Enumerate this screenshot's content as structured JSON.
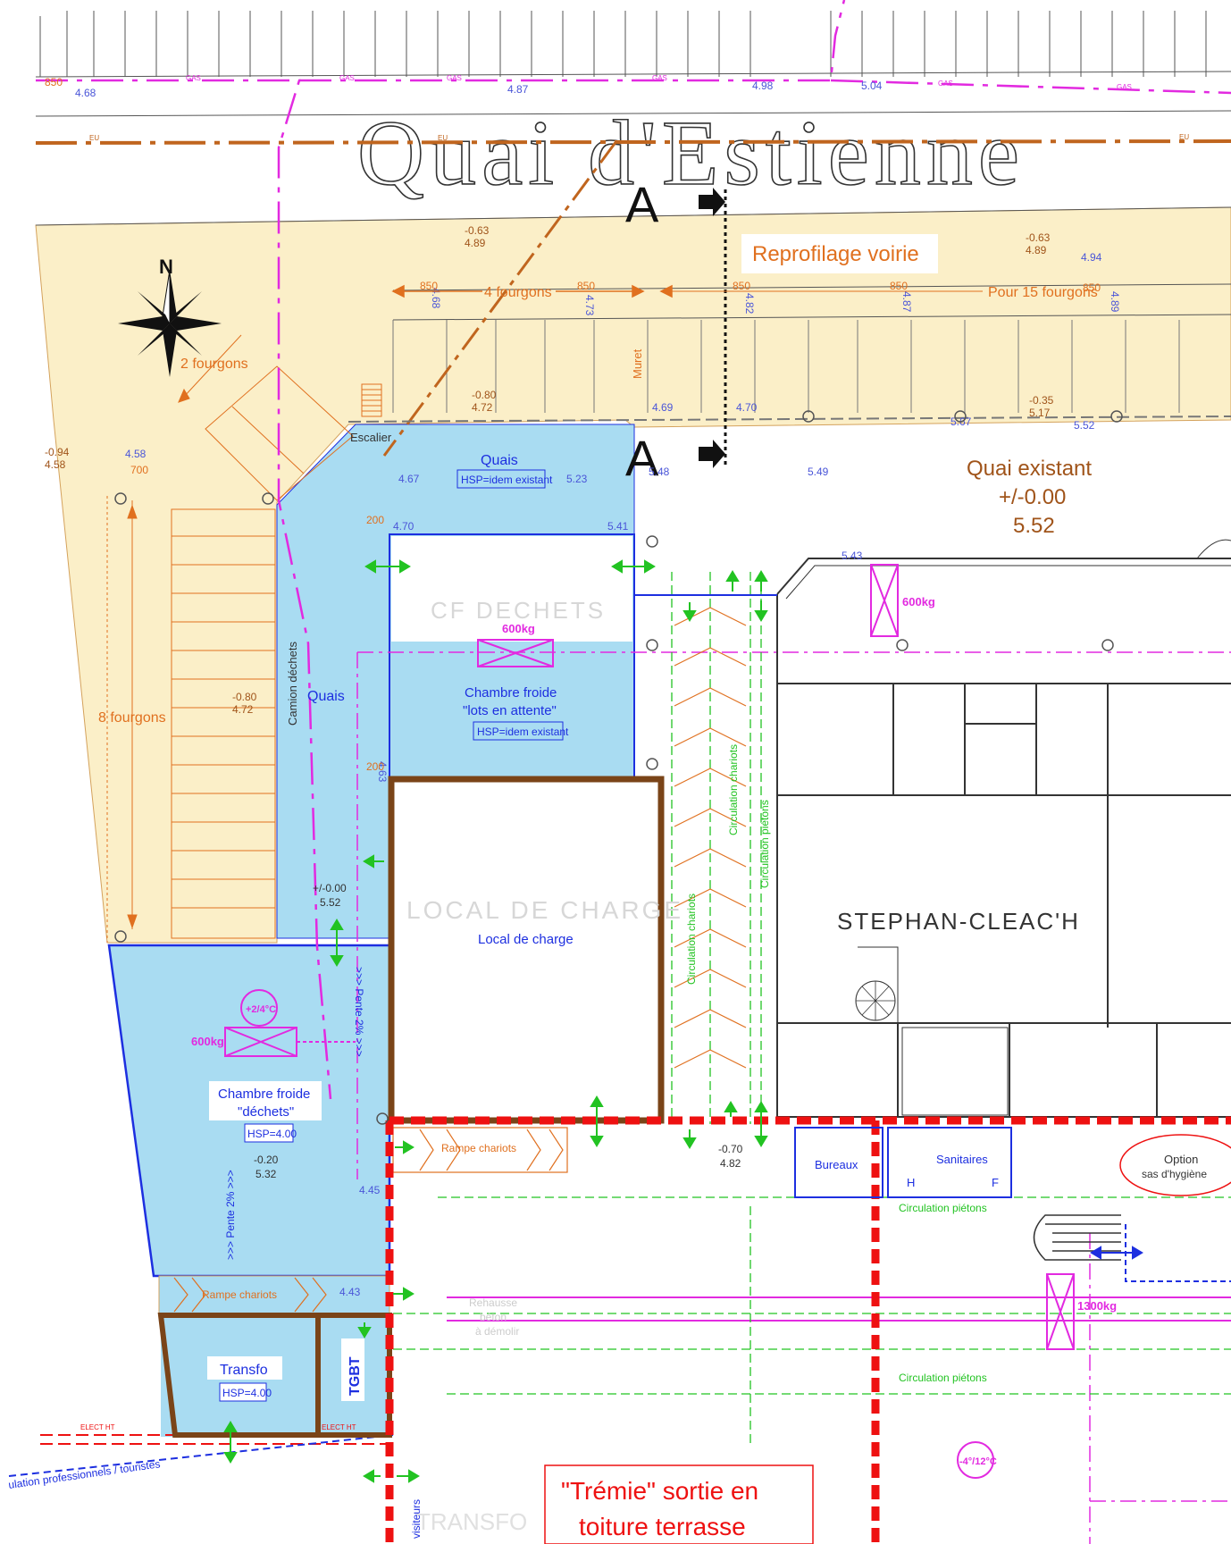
{
  "street": {
    "name": "Quai d'Estienne"
  },
  "section_marker": {
    "top": "A",
    "bottom": "A"
  },
  "roadwork": {
    "label": "Reprofilage voirie"
  },
  "north": {
    "label": "N"
  },
  "parking": {
    "two_vans": "2 fourgons",
    "four_vans": "4 fourgons",
    "fifteen_vans": "Pour 15 fourgons",
    "eight_vans": "8 fourgons",
    "truck": "Camion déchets"
  },
  "quay_existing": {
    "title": "Quai existant",
    "level": "+/-0.00",
    "height": "5.52"
  },
  "rooms": {
    "quais_top": "Quais",
    "quais_top_hsp": "HSP=idem existant",
    "quais_side": "Quais",
    "cf_dechets_ghost": "CF DECHETS",
    "cf_lots_line1": "Chambre froide",
    "cf_lots_line2": "\"lots en attente\"",
    "cf_lots_hsp": "HSP=idem existant",
    "local_charge_ghost": "LOCAL DE CHARGE",
    "local_charge": "Local de charge",
    "cf_dechets_line1": "Chambre froide",
    "cf_dechets_line2": "\"déchets\"",
    "cf_dechets_hsp": "HSP=4.00",
    "transfo": "Transfo",
    "transfo_hsp": "HSP=4.00",
    "tgbt": "TGBT",
    "bureaux": "Bureaux",
    "sanitaires": "Sanitaires",
    "san_h": "H",
    "san_f": "F",
    "option_line1": "Option",
    "option_line2": "sas d'hygiène",
    "stephan": "STEPHAN-CLEAC'H",
    "escalier": "Escalier",
    "muret": "Muret",
    "visiteurs": "visiteurs",
    "transfo_ghost": "TRANSFO",
    "rehausse_1": "Rehausse",
    "rehausse_2": "béton",
    "rehausse_3": "à démolir"
  },
  "circulation": {
    "chariots_v1": "Circulation chariots",
    "chariots_v2": "Circulation chariots",
    "pietons_v": "Circulation piétons",
    "pietons_h1": "Circulation piétons",
    "pietons_h2": "Circulation piétons",
    "rampe_1": "Rampe chariots",
    "rampe_2": "Rampe chariots",
    "pente_1": ">>> Pente 2% >>>",
    "pente_2": ">>> Pente 2% >>>",
    "flux": "ulation professionnels / touristes"
  },
  "loads": {
    "l600_a": "600kg",
    "l600_b": "600kg",
    "l600_c": "600kg",
    "l1300": "1300kg",
    "temp_a": "+2/4°C",
    "temp_b": "-4°/12°C"
  },
  "tremie": {
    "line1": "\"Trémie\" sortie en",
    "line2": "toiture terrasse"
  },
  "levels": {
    "l1_a": "-0.63",
    "l1_b": "4.89",
    "l2_a": "-0.63",
    "l2_b": "4.89",
    "l3_a": "-0.80",
    "l3_b": "4.72",
    "l4_a": "-0.35",
    "l4_b": "5.17",
    "l5_a": "-0.94",
    "l5_b": "4.58",
    "l6_a": "-0.80",
    "l6_b": "4.72",
    "l7_a": "+/-0.00",
    "l7_b": "5.52",
    "l8_a": "-0.20",
    "l8_b": "5.32",
    "l9_a": "-0.70",
    "l9_b": "4.82"
  },
  "spot_heights": {
    "s1": "4.68",
    "s2": "4.87",
    "s3": "4.98",
    "s4": "5.04",
    "s5": "4.94",
    "s6": "4.67",
    "s7": "5.23",
    "s8": "4.70",
    "s9": "5.41",
    "s10": "4.69",
    "s11": "4.70",
    "s12": "5.48",
    "s13": "5.49",
    "s14": "5.43",
    "s15": "4.45",
    "s16": "4.43",
    "s17": "4.58",
    "s18": "5.52",
    "s19": "5.67",
    "v1": "4.68",
    "v2": "4.73",
    "v3": "4.82",
    "v4": "4.87",
    "v5": "4.89",
    "v6": "4.63"
  },
  "dims": {
    "d850": "850",
    "d200": "200",
    "d700": "700"
  },
  "network": {
    "gas": "GAS",
    "eu": "EU",
    "elec": "ELECT HT"
  },
  "colors": {
    "paving": "#fbefc8",
    "cold_room": "#a9dcf2",
    "blue_line": "#1d2fe0",
    "brown_wall": "#7a4418",
    "red_limit": "#ee1111",
    "magenta": "#e22ae0",
    "orange_text": "#e0701f",
    "green": "#22c322"
  }
}
